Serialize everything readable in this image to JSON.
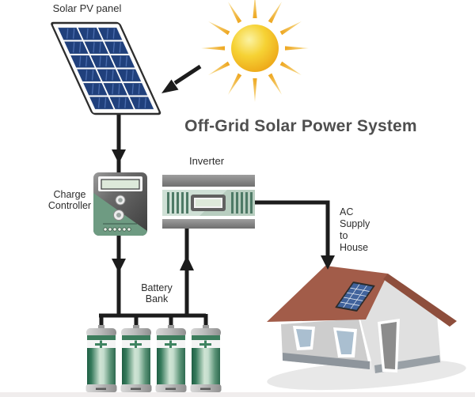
{
  "title": "Off-Grid Solar Power System",
  "labels": {
    "solar_panel": "Solar PV panel",
    "charge_controller": "Charge\nController",
    "inverter": "Inverter",
    "battery_bank": "Battery\nBank",
    "ac_supply": "AC\nSupply\nto\nHouse"
  },
  "figures": [
    "sun-icon",
    "solar-panel-icon",
    "charge-controller-icon",
    "inverter-icon",
    "battery-icon",
    "house-icon",
    "flow-arrows"
  ],
  "colors": {
    "background": "#ffffff",
    "floor_strip": "#f0eded",
    "wire": "#1c1c1c",
    "title_color": "#4f4f4f",
    "label_color": "#2d2d2d",
    "panel_cell": "#20407c",
    "sun_core": "#fbf3a3",
    "sun_edge": "#eca114",
    "ray": "#eda318",
    "controller_green": "#6e9b82",
    "lcd_green": "#dde9da",
    "inverter_green": "#cfe0d6",
    "vent_green": "#4e7a66",
    "battery_dark": "#2f6b50",
    "battery_light": "#cfe4d4",
    "battery_plus": "#3f8461",
    "roof": "#a25c49",
    "roof_dark": "#8e4e3c",
    "wall": "#cdcdcd",
    "wall_light": "#e0e0e0",
    "base_strip": "#8e959c",
    "window_glass": "#aabfd0",
    "door_gray": "#8c8c8c"
  }
}
